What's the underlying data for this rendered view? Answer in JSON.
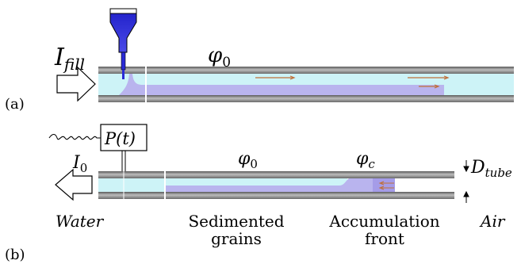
{
  "panel_a": {
    "label": "(a)",
    "fill_current_symbol": "I",
    "fill_current_subscript": "fill",
    "volume_fraction_symbol": "φ",
    "volume_fraction_subscript": "0"
  },
  "panel_b": {
    "label": "(b)",
    "pressure_label": "P(t)",
    "outflow_current_symbol": "I",
    "outflow_current_subscript": "0",
    "phi0_symbol": "φ",
    "phi0_subscript": "0",
    "phic_symbol": "φ",
    "phic_subscript": "c",
    "tube_diameter_symbol": "D",
    "tube_diameter_subscript": "tube",
    "water_label": "Water",
    "sediment_label_line1": "Sedimented",
    "sediment_label_line2": "grains",
    "front_label_line1": "Accumulation",
    "front_label_line2": "front",
    "air_label": "Air"
  },
  "colors": {
    "tube_wall": "#a6a6a6",
    "tube_wall_dark": "#4d4d4d",
    "water": "#cdf3f7",
    "suspension": "#b9b4ee",
    "dense_packing": "#a59ce8",
    "syringe_ink": "#2a2ad6",
    "flow_arrow": "#c0703a"
  },
  "icons": [
    "syringe-icon",
    "inflow-arrow-icon",
    "outflow-arrow-icon",
    "pressure-spring-icon",
    "flow-arrow-icon"
  ]
}
